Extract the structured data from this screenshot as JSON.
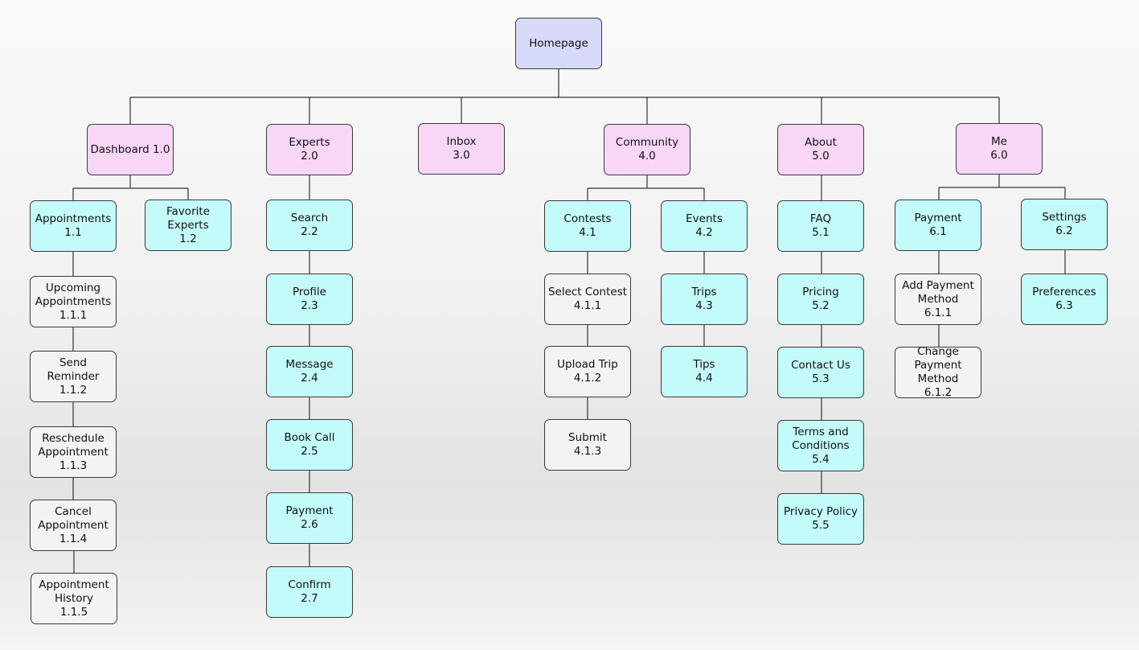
{
  "nodes": {
    "homepage": "Homepage",
    "dashboard": "Dashboard 1.0",
    "experts": "Experts\n2.0",
    "inbox": "Inbox\n3.0",
    "community": "Community\n4.0",
    "about": "About\n5.0",
    "me": "Me\n6.0",
    "appointments": "Appointments\n1.1",
    "favorite_experts": "Favorite Experts\n1.2",
    "upcoming_appointments": "Upcoming Appointments\n1.1.1",
    "send_reminder": "Send Reminder\n1.1.2",
    "reschedule_appointment": "Reschedule Appointment\n1.1.3",
    "cancel_appointment": "Cancel Appointment\n1.1.4",
    "appointment_history": "Appointment History\n1.1.5",
    "search": "Search\n2.2",
    "profile": "Profile\n2.3",
    "message": "Message\n2.4",
    "book_call": "Book Call\n2.5",
    "payment_experts": "Payment\n2.6",
    "confirm": "Confirm\n2.7",
    "contests": "Contests\n4.1",
    "events": "Events\n4.2",
    "select_contest": "Select Contest\n4.1.1",
    "upload_trip": "Upload Trip\n4.1.2",
    "submit": "Submit\n4.1.3",
    "trips": "Trips\n4.3",
    "tips": "Tips\n4.4",
    "faq": "FAQ\n5.1",
    "pricing": "Pricing\n5.2",
    "contact_us": "Contact Us\n5.3",
    "terms_and_conditions": "Terms and Conditions\n5.4",
    "privacy_policy": "Privacy Policy\n5.5",
    "payment_me": "Payment\n6.1",
    "settings": "Settings\n6.2",
    "add_payment_method": "Add Payment Method\n6.1.1",
    "change_payment_method": "Change Payment Method\n6.1.2",
    "preferences": "Preferences\n6.3"
  },
  "colors": {
    "root": "#d8dafa",
    "section": "#f8d6f6",
    "page": "#c3fbfa",
    "sub": "#f3f3f3",
    "line": "#333333"
  }
}
